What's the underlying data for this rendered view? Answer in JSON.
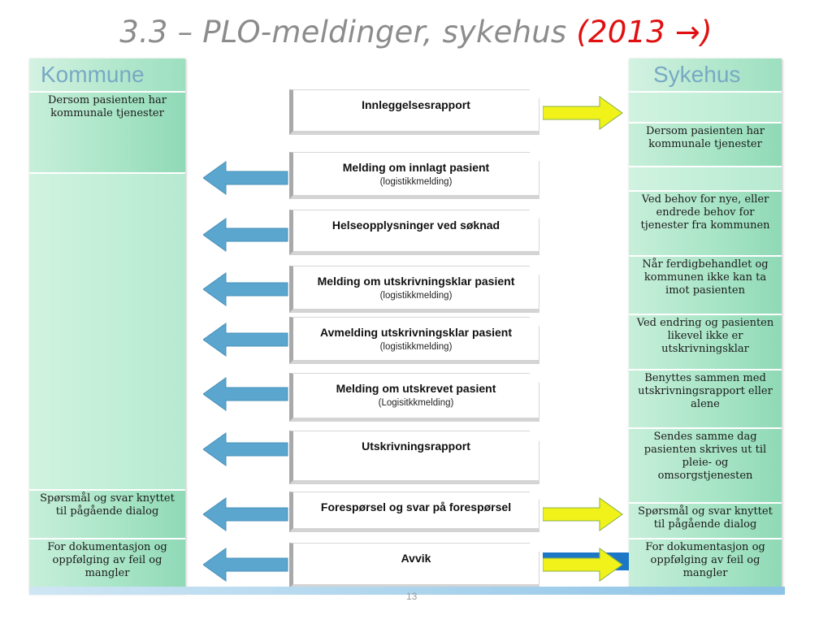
{
  "title": {
    "main": "3.3 – PLO-meldinger, sykehus ",
    "accent": "(2013 →)"
  },
  "colors": {
    "title_gray": "#8c8c8c",
    "title_accent": "#e01010",
    "column_green": "#b3e8cd",
    "column_header": "#78a9c4",
    "arrow_blue": "#5aa6cf",
    "arrow_yellow": "#f0f21a"
  },
  "left_column": {
    "heading": "Kommune",
    "cells": [
      "Dersom pasienten har kommunale tjenester",
      "Spørsmål og svar knyttet til pågående dialog",
      "For dokumentasjon og oppfølging av feil og mangler"
    ]
  },
  "right_column": {
    "heading": "Sykehus",
    "cells": [
      "Dersom pasienten har kommunale tjenester",
      "Ved behov for nye, eller endrede behov for tjenester fra kommunen",
      "Når ferdigbehandlet og kommunen ikke kan ta imot pasienten",
      "Ved endring og pasienten likevel ikke er utskrivningsklar",
      "Benyttes sammen med utskrivningsrapport eller alene",
      "Sendes samme dag pasienten skrives ut til pleie- og omsorgstjenesten",
      "Spørsmål og svar knyttet til pågående dialog",
      "For dokumentasjon og oppfølging av feil og mangler"
    ]
  },
  "messages": [
    {
      "title": "Innleggelsesrapport",
      "subtitle": "",
      "arrows": "right"
    },
    {
      "title": "Melding om innlagt pasient",
      "subtitle": "(logistikkmelding)",
      "arrows": "left"
    },
    {
      "title": "Helseopplysninger ved søknad",
      "subtitle": "",
      "arrows": "left"
    },
    {
      "title": "Melding om utskrivningsklar pasient",
      "subtitle": "(logistikkmelding)",
      "arrows": "left"
    },
    {
      "title": "Avmelding utskrivningsklar pasient",
      "subtitle": "(logistikkmelding)",
      "arrows": "left"
    },
    {
      "title": "Melding om utskrevet pasient",
      "subtitle": "(Logisitkkmelding)",
      "arrows": "left"
    },
    {
      "title": "Utskrivningsrapport",
      "subtitle": "",
      "arrows": "left"
    },
    {
      "title": "Forespørsel og svar på forespørsel",
      "subtitle": "",
      "arrows": "both"
    },
    {
      "title": "Avvik",
      "subtitle": "",
      "arrows": "both"
    }
  ],
  "page_number": "13"
}
